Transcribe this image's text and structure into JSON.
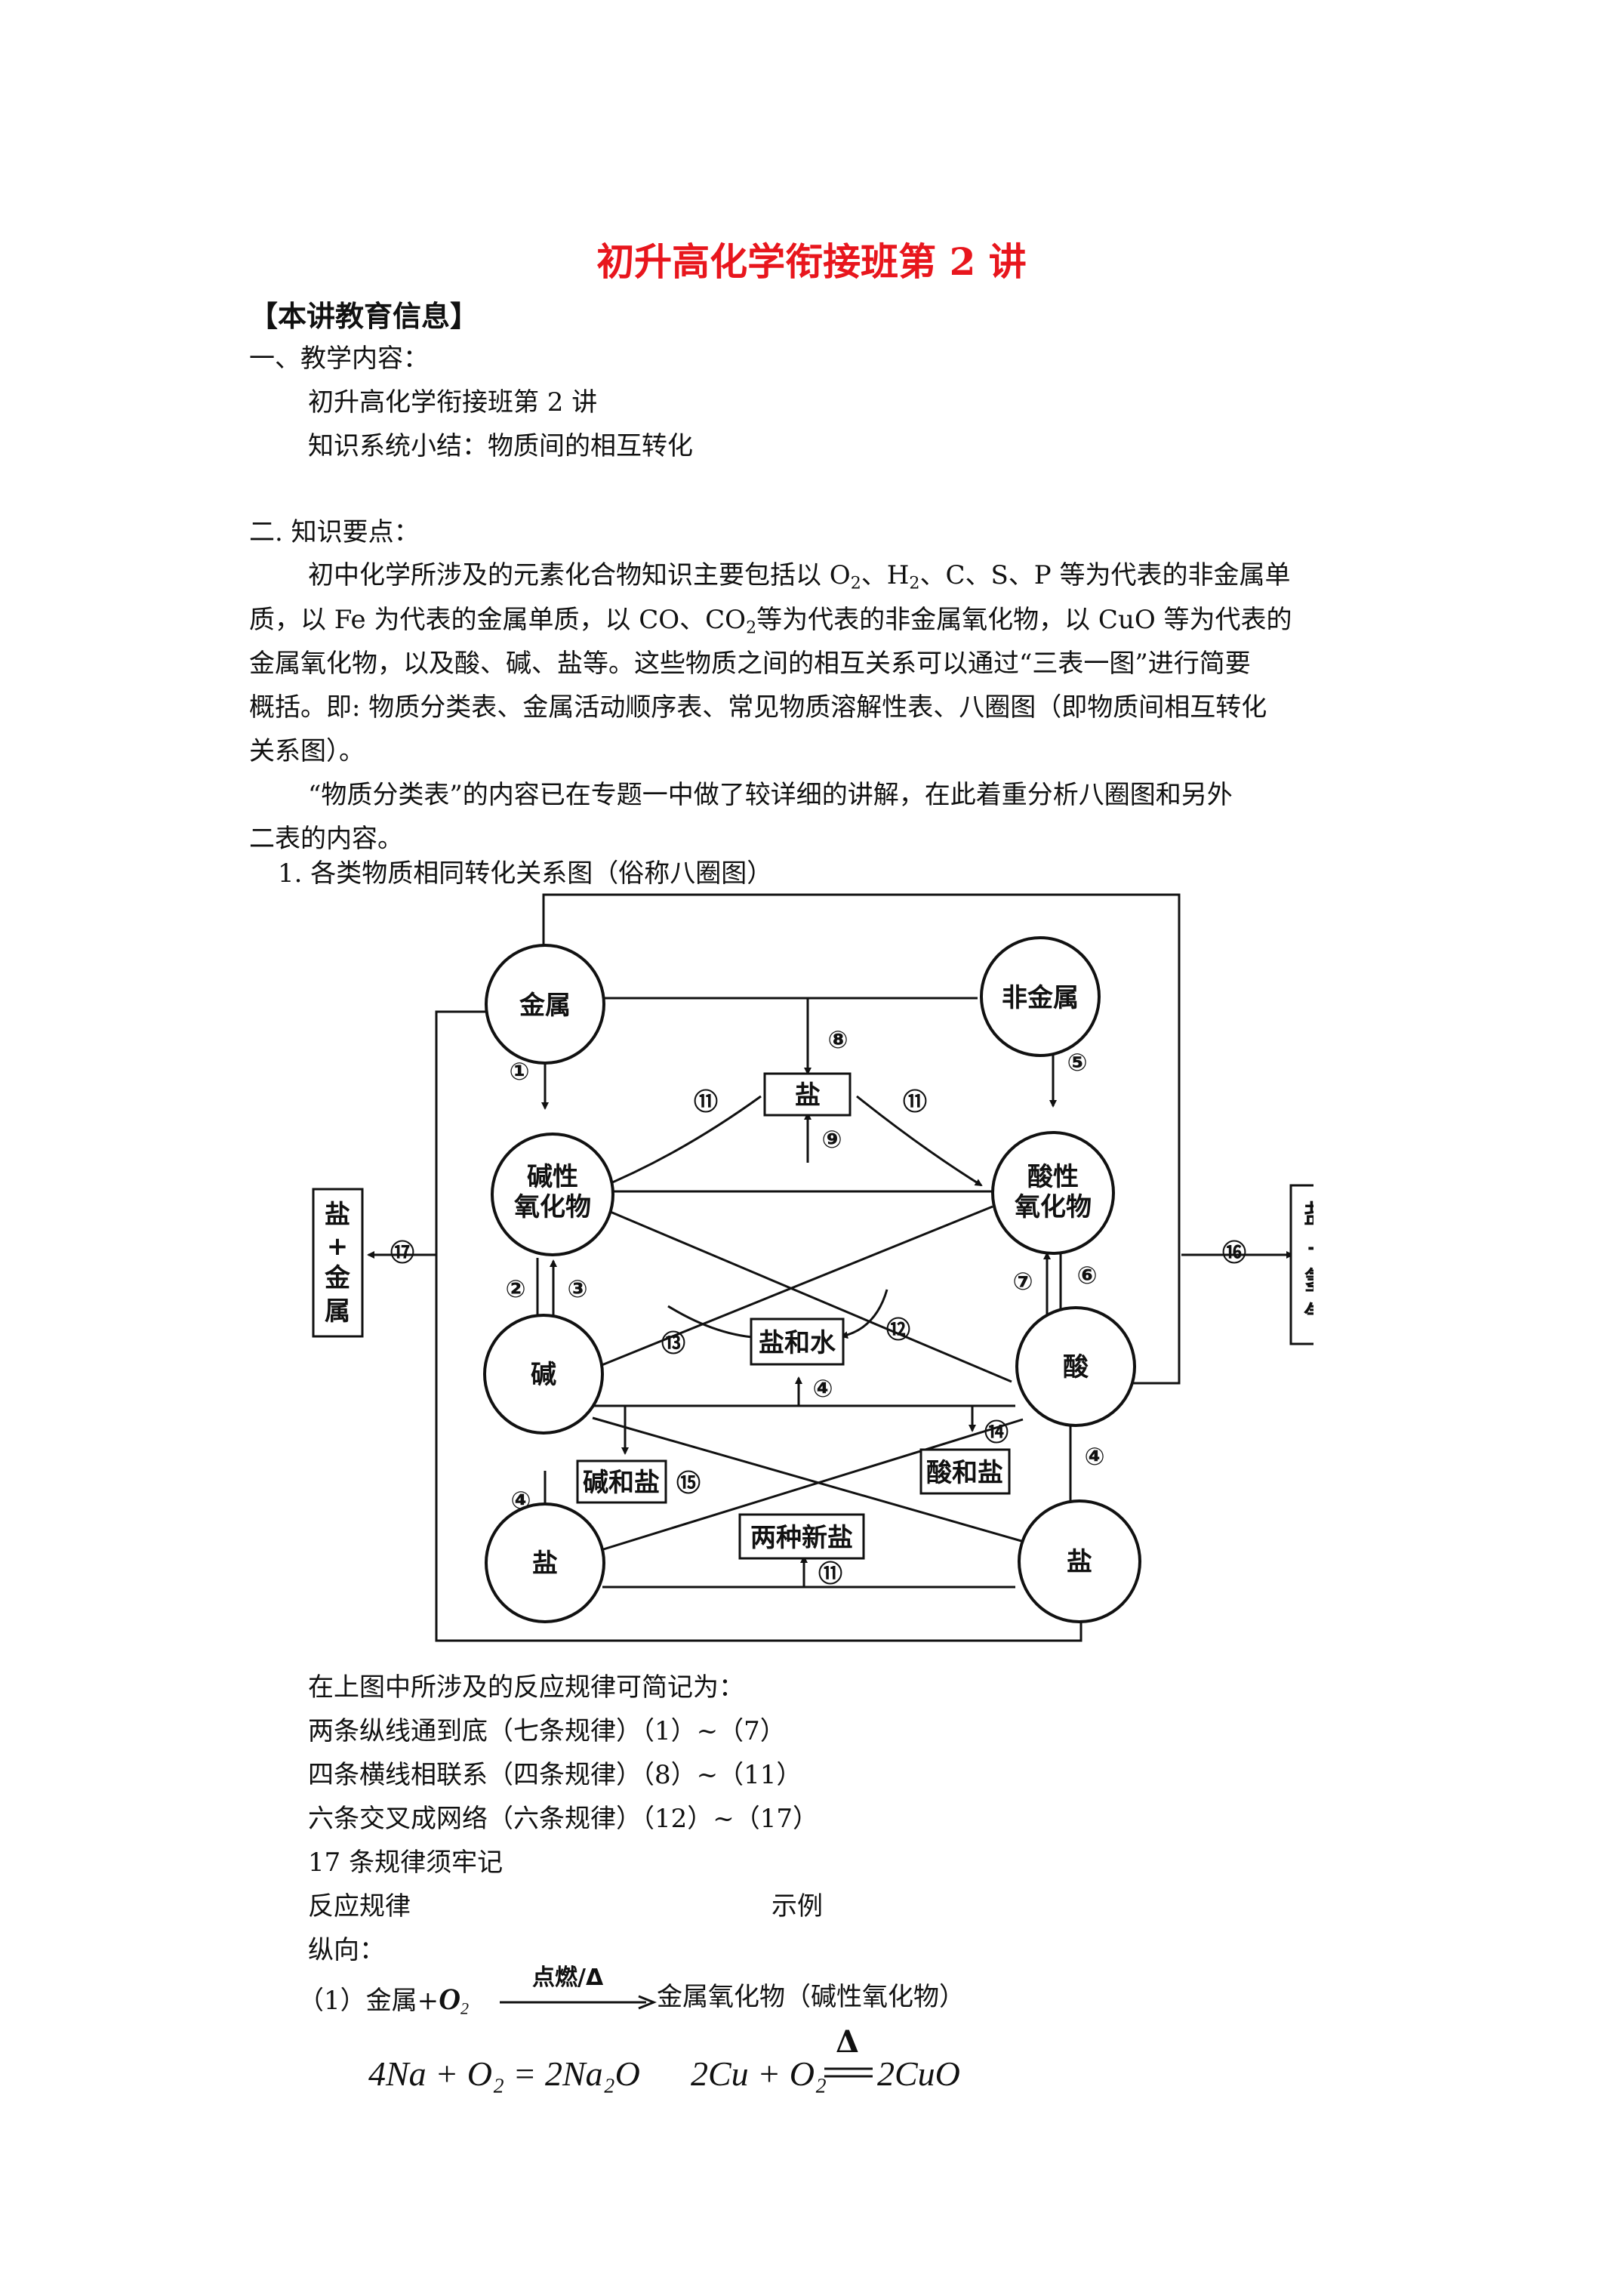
{
  "title": "初升高化学衔接班第 2 讲",
  "info_header": "【本讲教育信息】",
  "section1": {
    "heading": "一、教学内容：",
    "item1": "初升高化学衔接班第 2 讲",
    "item2": "知识系统小结：物质间的相互转化"
  },
  "section2": {
    "heading": "二. 知识要点：",
    "p1_l1_a": "初中化学所涉及的元素化合物知识主要包括以 O",
    "p1_l1_b": "、H",
    "p1_l1_c": "、C、S、P 等为代表的非金属单",
    "p1_l2_a": "质，以 Fe 为代表的金属单质，以 CO、CO",
    "p1_l2_b": "等为代表的非金属氧化物，以 CuO 等为代表的",
    "p1_l3": "金属氧化物，以及酸、碱、盐等。这些物质之间的相互关系可以通过“三表一图”进行简要",
    "p1_l4": "概括。即: 物质分类表、金属活动顺序表、常见物质溶解性表、八圈图（即物质间相互转化",
    "p1_l5": "关系图）。",
    "p2_l1": "“物质分类表”的内容已在专题一中做了较详细的讲解，在此着重分析八圈图和另外",
    "p2_l2": "二表的内容。",
    "sub": "2",
    "fig_caption": "1. 各类物质相同转化关系图（俗称八圈图）"
  },
  "diagram": {
    "nodes": {
      "metal": "金属",
      "nonmetal": "非金属",
      "basic_oxide_1": "碱性",
      "basic_oxide_2": "氧化物",
      "acidic_oxide_1": "酸性",
      "acidic_oxide_2": "氧化物",
      "base": "碱",
      "acid": "酸",
      "salt_left": "盐",
      "salt_right": "盐"
    },
    "boxes": {
      "salt_top": "盐",
      "salt_water": "盐和水",
      "base_salt": "碱和盐",
      "acid_salt": "酸和盐",
      "two_new_salts": "两种新盐",
      "left_box": [
        "盐",
        "+",
        "金",
        "属"
      ],
      "right_box": [
        "盐",
        "+",
        "氢",
        "气"
      ]
    },
    "labels": {
      "n1": "①",
      "n2": "②",
      "n3": "③",
      "n4a": "④",
      "n4b": "④",
      "n4c": "④",
      "n5": "⑤",
      "n6": "⑥",
      "n7": "⑦",
      "n8": "⑧",
      "n9": "⑨",
      "n11a": "⑪",
      "n11b": "⑪",
      "n11c": "⑪",
      "n12": "⑫",
      "n13": "⑬",
      "n14": "⑭",
      "n15": "⑮",
      "n16": "⑯",
      "n17": "⑰"
    }
  },
  "rules": {
    "intro": "在上图中所涉及的反应规律可简记为：",
    "r1": "两条纵线通到底（七条规律）（1）~（7）",
    "r2": "四条横线相联系（四条规律）（8）~（11）",
    "r3": "六条交叉成网络（六条规律）（12）~（17）",
    "r4": "17 条规律须牢记",
    "col1": "反应规律",
    "col2": "示例",
    "vertical": "纵向：",
    "rule1_prefix": "（1）金属+",
    "rule1_o2": "O",
    "rule1_condition": "点燃/Δ",
    "rule1_result": "金属氧化物（碱性氧化物）",
    "eq1": "4Na + O₂ = 2Na₂O",
    "eq2_left": "2Cu + O₂",
    "eq2_delta": "Δ",
    "eq2_right": "2CuO"
  }
}
